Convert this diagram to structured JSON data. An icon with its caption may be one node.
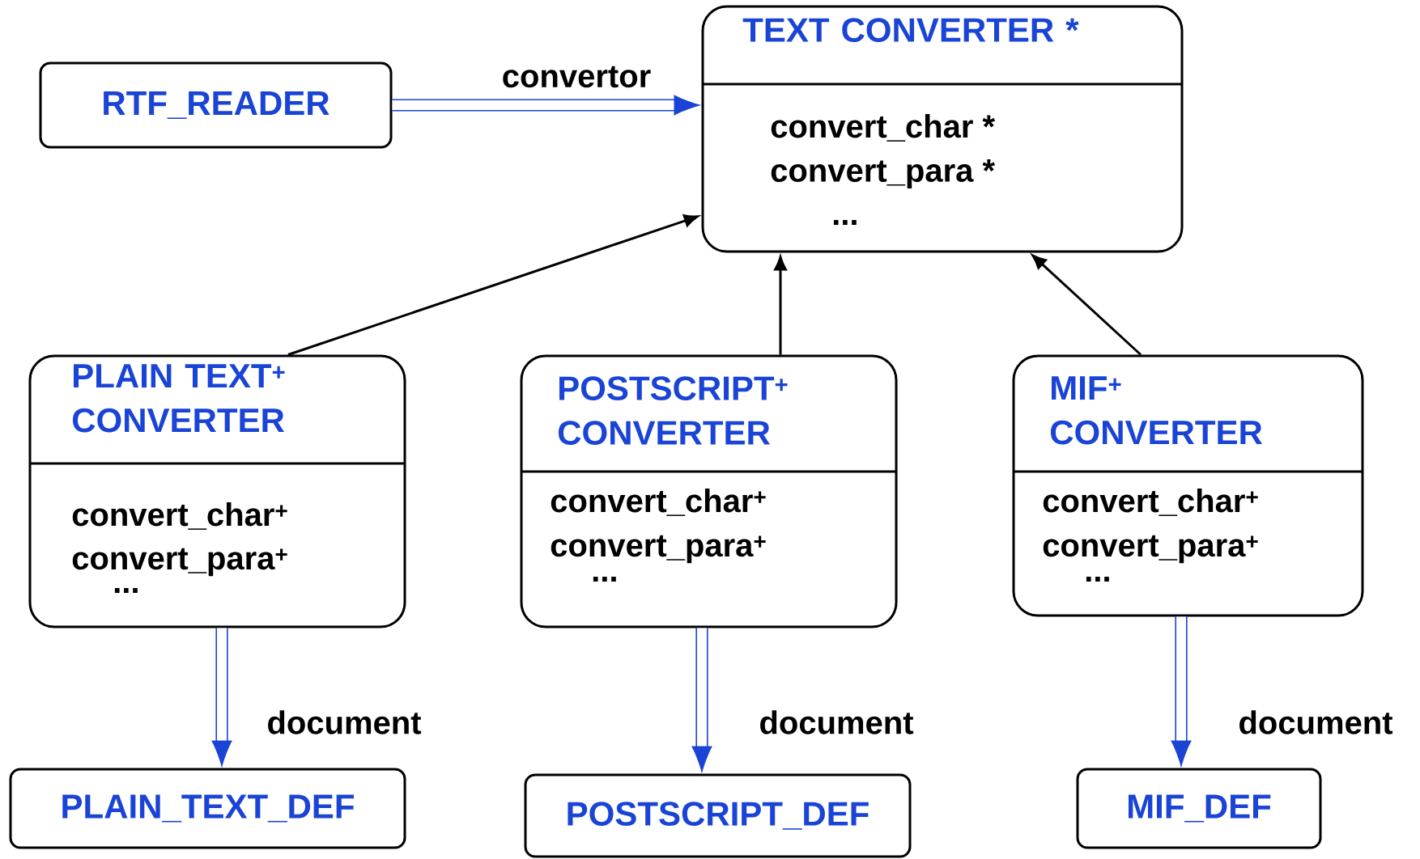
{
  "diagram": {
    "nodes": [
      {
        "text": [
          "RTF_READER"
        ]
      },
      {
        "text": [
          "TEXT CONVERTER  *",
          "convert_char *",
          "convert_para *",
          "..."
        ]
      },
      {
        "text": [
          "PLAIN TEXT$^{+}$ CONVERTER",
          "convert_char$^{+}$",
          "convert_para$^{+}$",
          "..."
        ]
      },
      {
        "text": [
          "POSTSCRIPT$^{+}$ CONVERTER",
          "convert_char$^{+}$",
          "convert_para$^{+}$",
          "..."
        ]
      },
      {
        "text": [
          "MIF$^{+}$ CONVERTER",
          "convert_char$^{+}$",
          "convert_para$^{+}$",
          "..."
        ]
      },
      {
        "text": [
          "PLAIN_TEXT_DEF"
        ]
      },
      {
        "text": [
          "POSTSCRIPT_DEF"
        ]
      },
      {
        "text": [
          "MIF_DEF"
        ]
      }
    ],
    "edges": [
      {
        "from": 0,
        "to": 1,
        "arrow": "to",
        "label": "convertor"
      },
      {
        "from": 2,
        "to": 1,
        "arrow": "to",
        "color": "#000000"
      },
      {
        "from": 3,
        "to": 1,
        "arrow": "to",
        "color": "#000000"
      },
      {
        "from": 4,
        "to": 1,
        "arrow": "to",
        "color": "#000000"
      },
      {
        "from": 2,
        "to": 5,
        "arrow": "to",
        "label": "document"
      },
      {
        "from": 3,
        "to": 6,
        "arrow": "to",
        "label": "document"
      },
      {
        "from": 4,
        "to": 7,
        "arrow": "to",
        "label": "document"
      }
    ]
  }
}
